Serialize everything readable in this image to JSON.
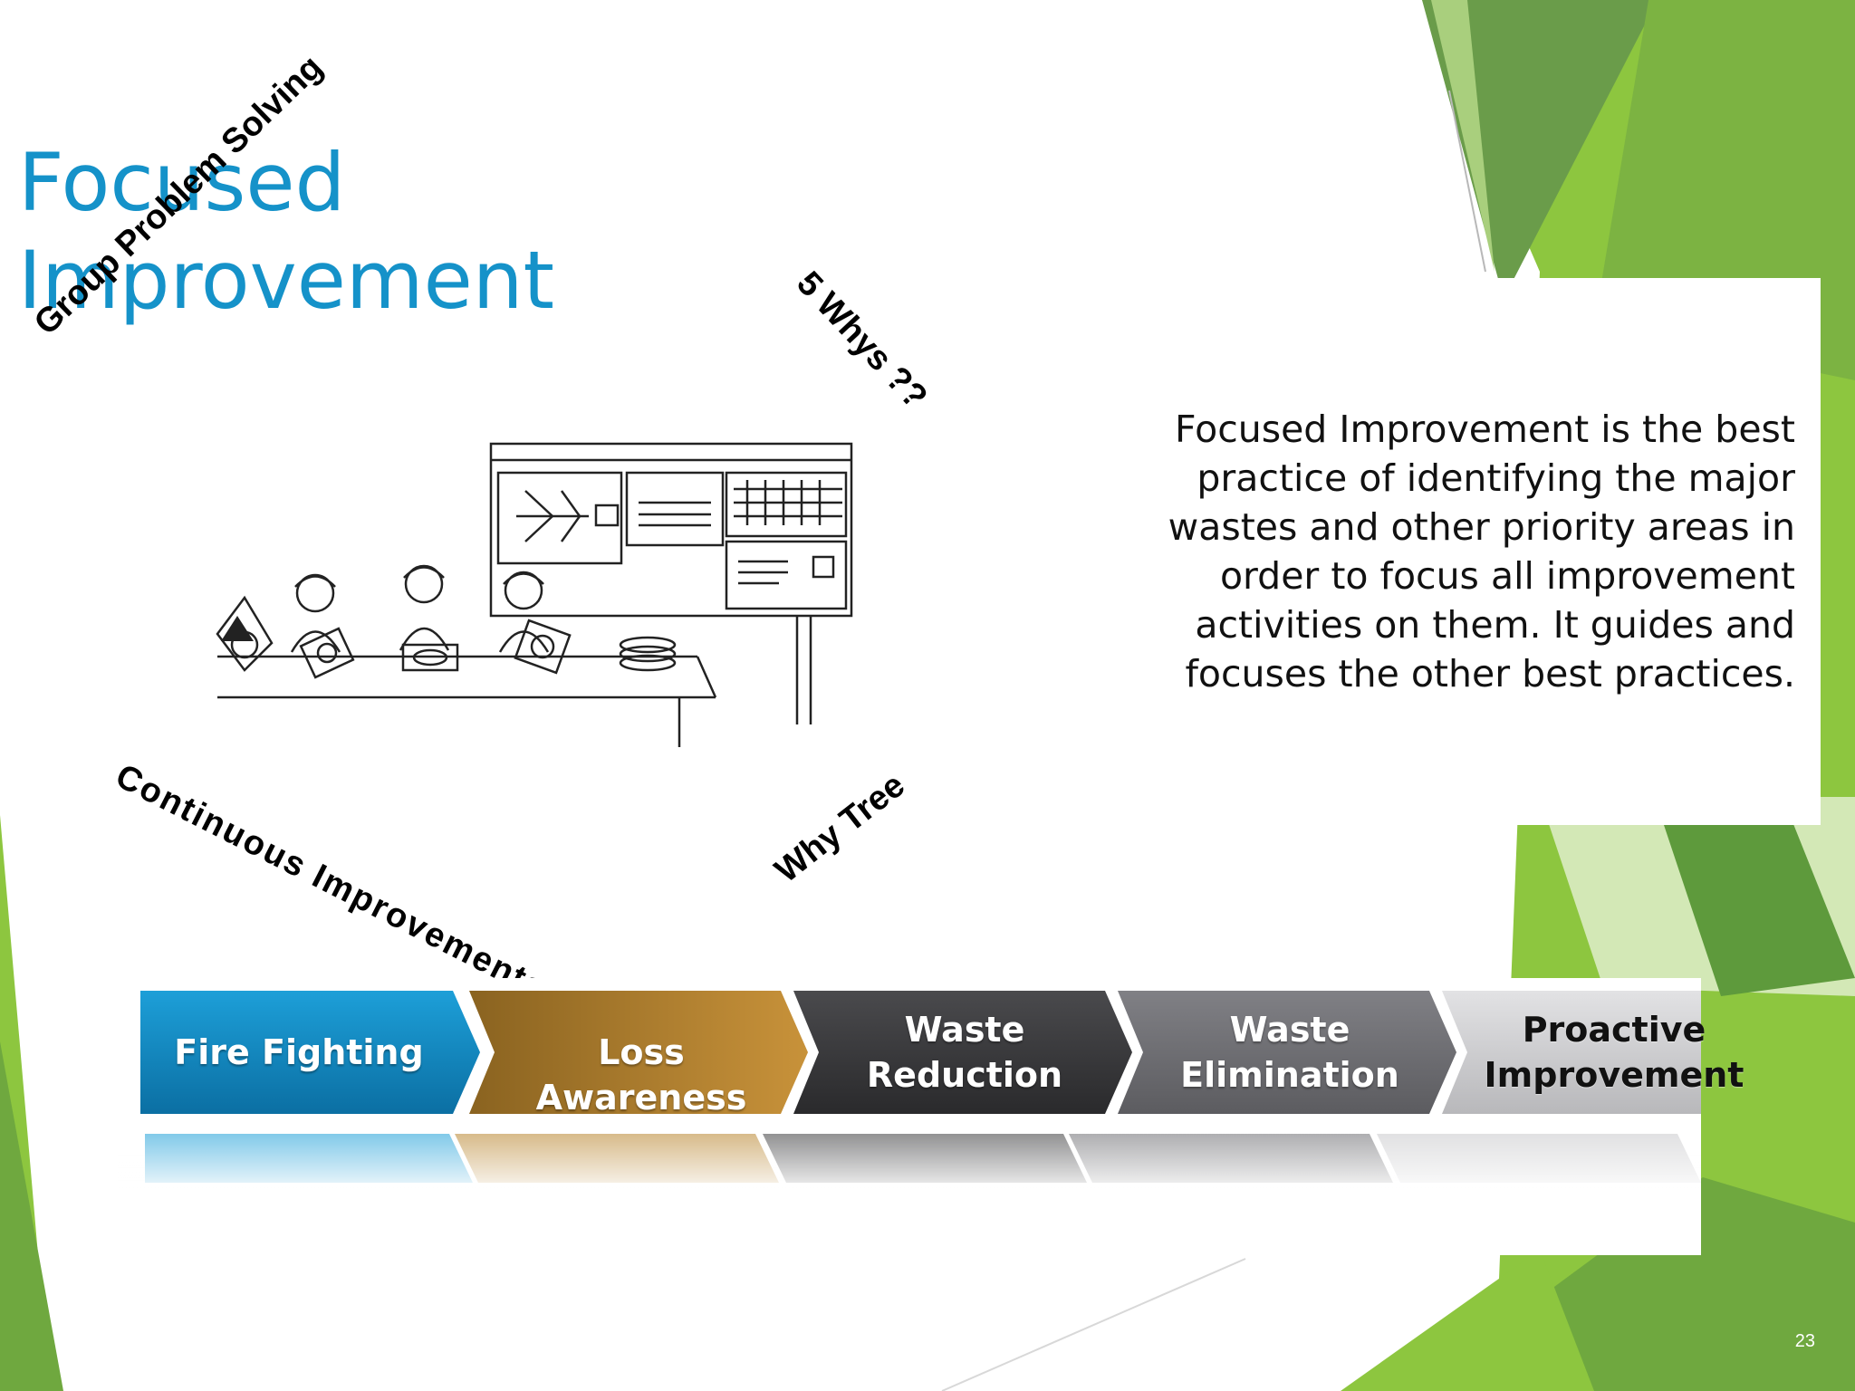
{
  "slide": {
    "title_line1": "Focused",
    "title_line2": "Improvement",
    "callouts": {
      "group_problem_solving": "Group Problem Solving",
      "five_whys": "5 Whys ??",
      "continuous_improvements": "Continuous  Improvements",
      "why_tree": "Why Tree"
    },
    "description": "Focused Improvement is the best practice of identifying the major wastes and other priority areas in order to focus all improvement activities on them. It guides and focuses the other best practices.",
    "steps": [
      {
        "label": "Fire Fighting",
        "color": "#0f7fb8",
        "text_color": "#ffffff"
      },
      {
        "label": "Loss Awareness",
        "color": "#a87a22",
        "text_color": "#ffffff"
      },
      {
        "label": "Waste\nReduction",
        "color": "#3a3a3c",
        "text_color": "#ffffff"
      },
      {
        "label": "Waste\nElimination",
        "color": "#6e6e72",
        "text_color": "#ffffff"
      },
      {
        "label": "Proactive\nImprovement",
        "color": "#c9c9cc",
        "text_color": "#111111"
      }
    ],
    "page_number": "23",
    "theme_colors": {
      "title": "#1592c9",
      "green_dark": "#5e9a3c",
      "green_light": "#8cc63f"
    }
  }
}
